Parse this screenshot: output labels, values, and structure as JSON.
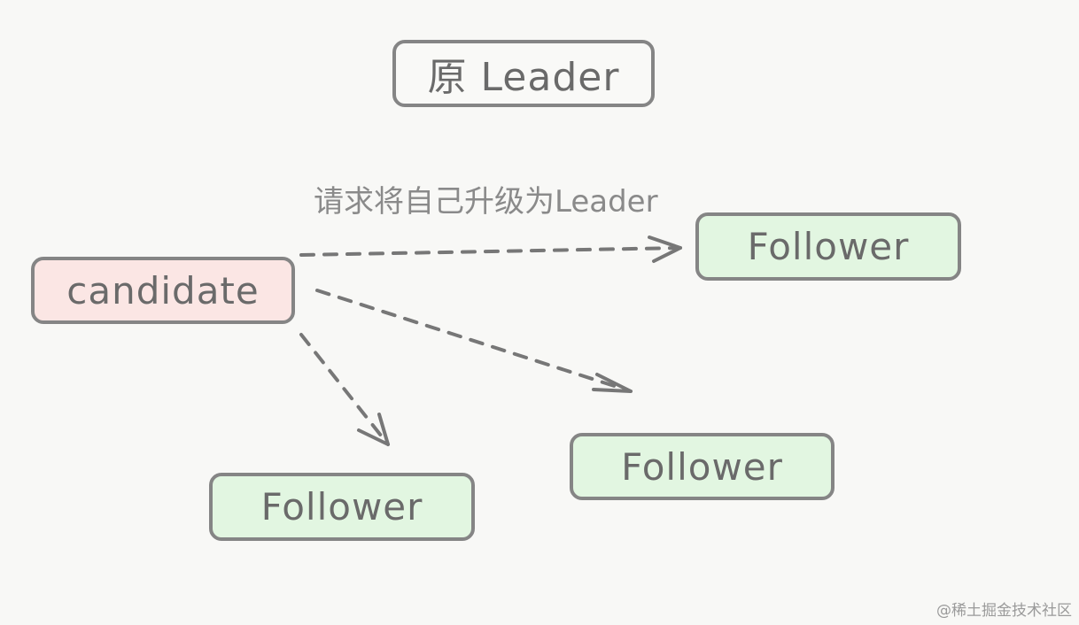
{
  "nodes": {
    "leader": "原 Leader",
    "candidate": "candidate",
    "follower_top": "Follower",
    "follower_middle": "Follower",
    "follower_bottom": "Follower"
  },
  "edge_label": "请求将自己升级为Leader",
  "watermark": "@稀土掘金技术社区",
  "colors": {
    "stroke": "#858585",
    "candidate_fill": "#fbe6e4",
    "follower_fill": "#e2f6e1",
    "background": "#f8f8f6"
  }
}
